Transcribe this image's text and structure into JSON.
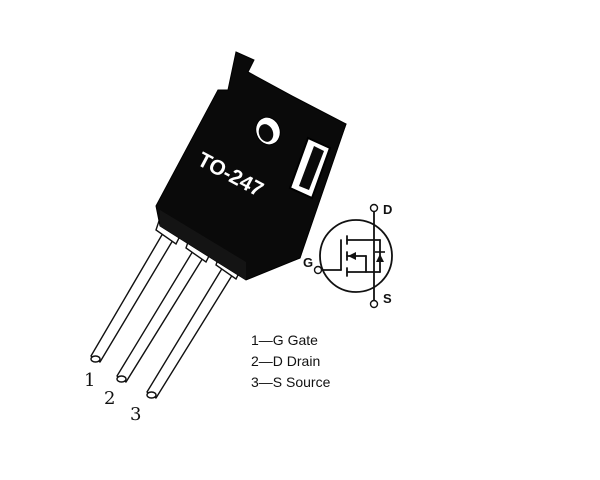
{
  "package": {
    "label": "TO-247",
    "body_color": "#0a0a0a",
    "lead_color": "#ffffff"
  },
  "pins": [
    {
      "number": "1"
    },
    {
      "number": "2"
    },
    {
      "number": "3"
    }
  ],
  "symbol": {
    "gate_label": "G",
    "drain_label": "D",
    "source_label": "S",
    "icon": "n-channel-mosfet-symbol"
  },
  "legend": [
    {
      "text": "1—G Gate"
    },
    {
      "text": "2—D Drain"
    },
    {
      "text": "3—S Source"
    }
  ]
}
